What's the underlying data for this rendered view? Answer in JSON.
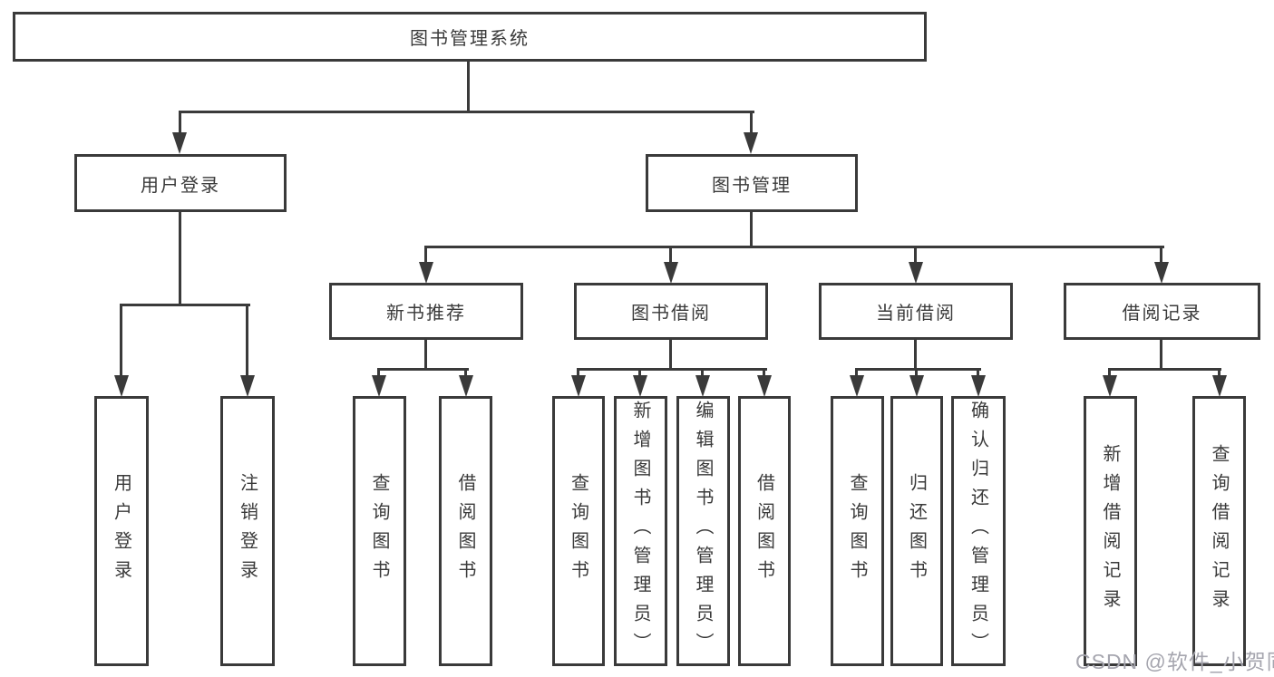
{
  "diagram": {
    "root": {
      "label": "图书管理系统"
    },
    "level2": [
      {
        "id": "user-login",
        "label": "用户登录"
      },
      {
        "id": "book-management",
        "label": "图书管理"
      }
    ],
    "level3": [
      {
        "id": "new-book-recommendation",
        "parent": "图书管理",
        "label": "新书推荐"
      },
      {
        "id": "book-borrowing",
        "parent": "图书管理",
        "label": "图书借阅"
      },
      {
        "id": "current-borrowing",
        "parent": "图书管理",
        "label": "当前借阅"
      },
      {
        "id": "borrowing-records",
        "parent": "图书管理",
        "label": "借阅记录"
      }
    ],
    "leaves": [
      {
        "parent": "用户登录",
        "label": "用户登录"
      },
      {
        "parent": "用户登录",
        "label": "注销登录"
      },
      {
        "parent": "新书推荐",
        "label": "查询图书"
      },
      {
        "parent": "新书推荐",
        "label": "借阅图书"
      },
      {
        "parent": "图书借阅",
        "label": "查询图书"
      },
      {
        "parent": "图书借阅",
        "label": "新增图书（管理员）"
      },
      {
        "parent": "图书借阅",
        "label": "编辑图书（管理员）"
      },
      {
        "parent": "图书借阅",
        "label": "借阅图书"
      },
      {
        "parent": "当前借阅",
        "label": "查询图书"
      },
      {
        "parent": "当前借阅",
        "label": "归还图书"
      },
      {
        "parent": "当前借阅",
        "label": "确认归还（管理员）"
      },
      {
        "parent": "借阅记录",
        "label": "新增借阅记录"
      },
      {
        "parent": "借阅记录",
        "label": "查询借阅记录"
      }
    ]
  },
  "watermark": {
    "text": "CSDN @软件_小贺同学"
  },
  "colors": {
    "line": "#3a3a3a",
    "text": "#3a3a3a",
    "watermark": "#a6a6af",
    "background": "#ffffff"
  }
}
